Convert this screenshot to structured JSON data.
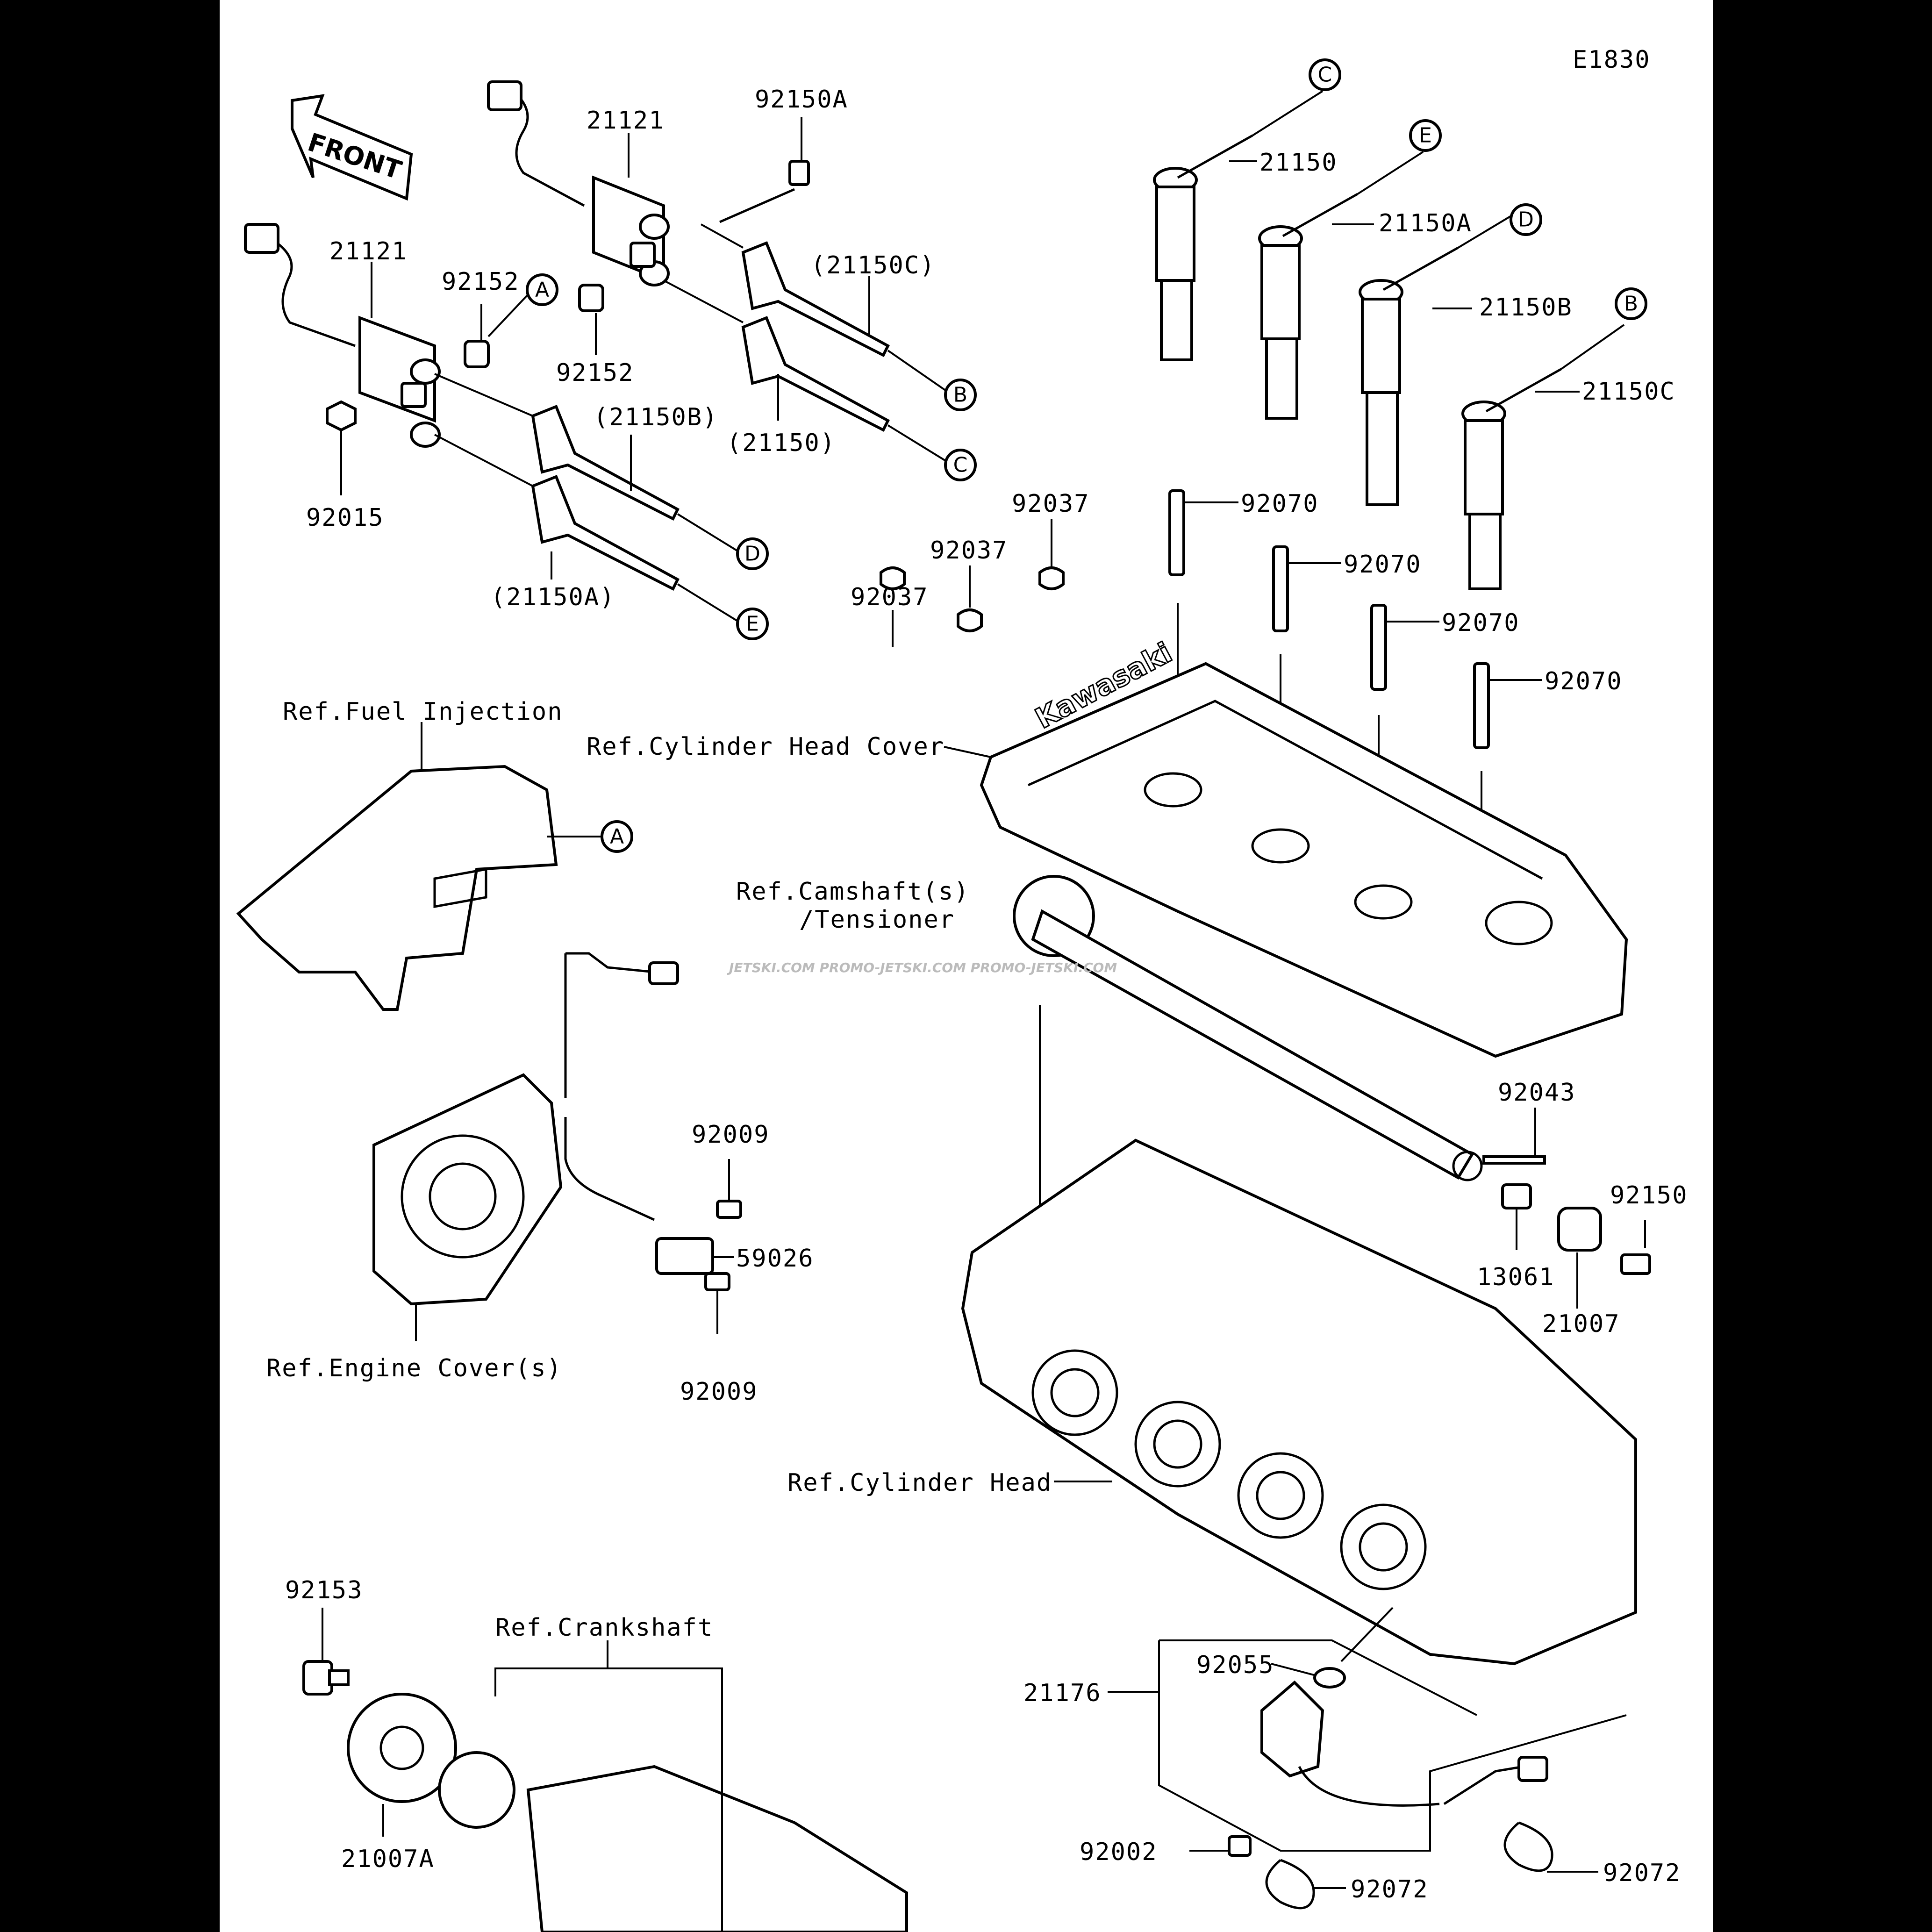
{
  "diagram_id": "E1830",
  "front_label": "FRONT",
  "watermark": "JETSKI.COM   PROMO-JETSKI.COM   PROMO-JETSKI.COM",
  "part_labels": {
    "p92150A": "92150A",
    "p21121_top": "21121",
    "p21121_left": "21121",
    "p92152_a": "92152",
    "p92152_b": "92152",
    "p21150C_paren": "(21150C)",
    "p21150_paren": "(21150)",
    "p21150B_paren": "(21150B)",
    "p21150A_paren": "(21150A)",
    "p92015": "92015",
    "p21150": "21150",
    "p21150A": "21150A",
    "p21150B": "21150B",
    "p21150C": "21150C",
    "p92037_a": "92037",
    "p92037_b": "92037",
    "p92037_c": "92037",
    "p92070_a": "92070",
    "p92070_b": "92070",
    "p92070_c": "92070",
    "p92070_d": "92070",
    "p92043": "92043",
    "p92150": "92150",
    "p13061": "13061",
    "p21007": "21007",
    "p92009_a": "92009",
    "p92009_b": "92009",
    "p59026": "59026",
    "p92153": "92153",
    "p21007A": "21007A",
    "p21176": "21176",
    "p92055": "92055",
    "p92002": "92002",
    "p92072_a": "92072",
    "p92072_b": "92072"
  },
  "reference_labels": {
    "fuel_injection": "Ref.Fuel Injection",
    "cylinder_head_cover": "Ref.Cylinder Head Cover",
    "camshaft_line1": "Ref.Camshaft(s)",
    "camshaft_line2": "/Tensioner",
    "engine_cover": "Ref.Engine Cover(s)",
    "cylinder_head": "Ref.Cylinder Head",
    "crankshaft": "Ref.Crankshaft"
  },
  "connector_markers": {
    "A": "A",
    "B": "B",
    "C": "C",
    "D": "D",
    "E": "E"
  }
}
